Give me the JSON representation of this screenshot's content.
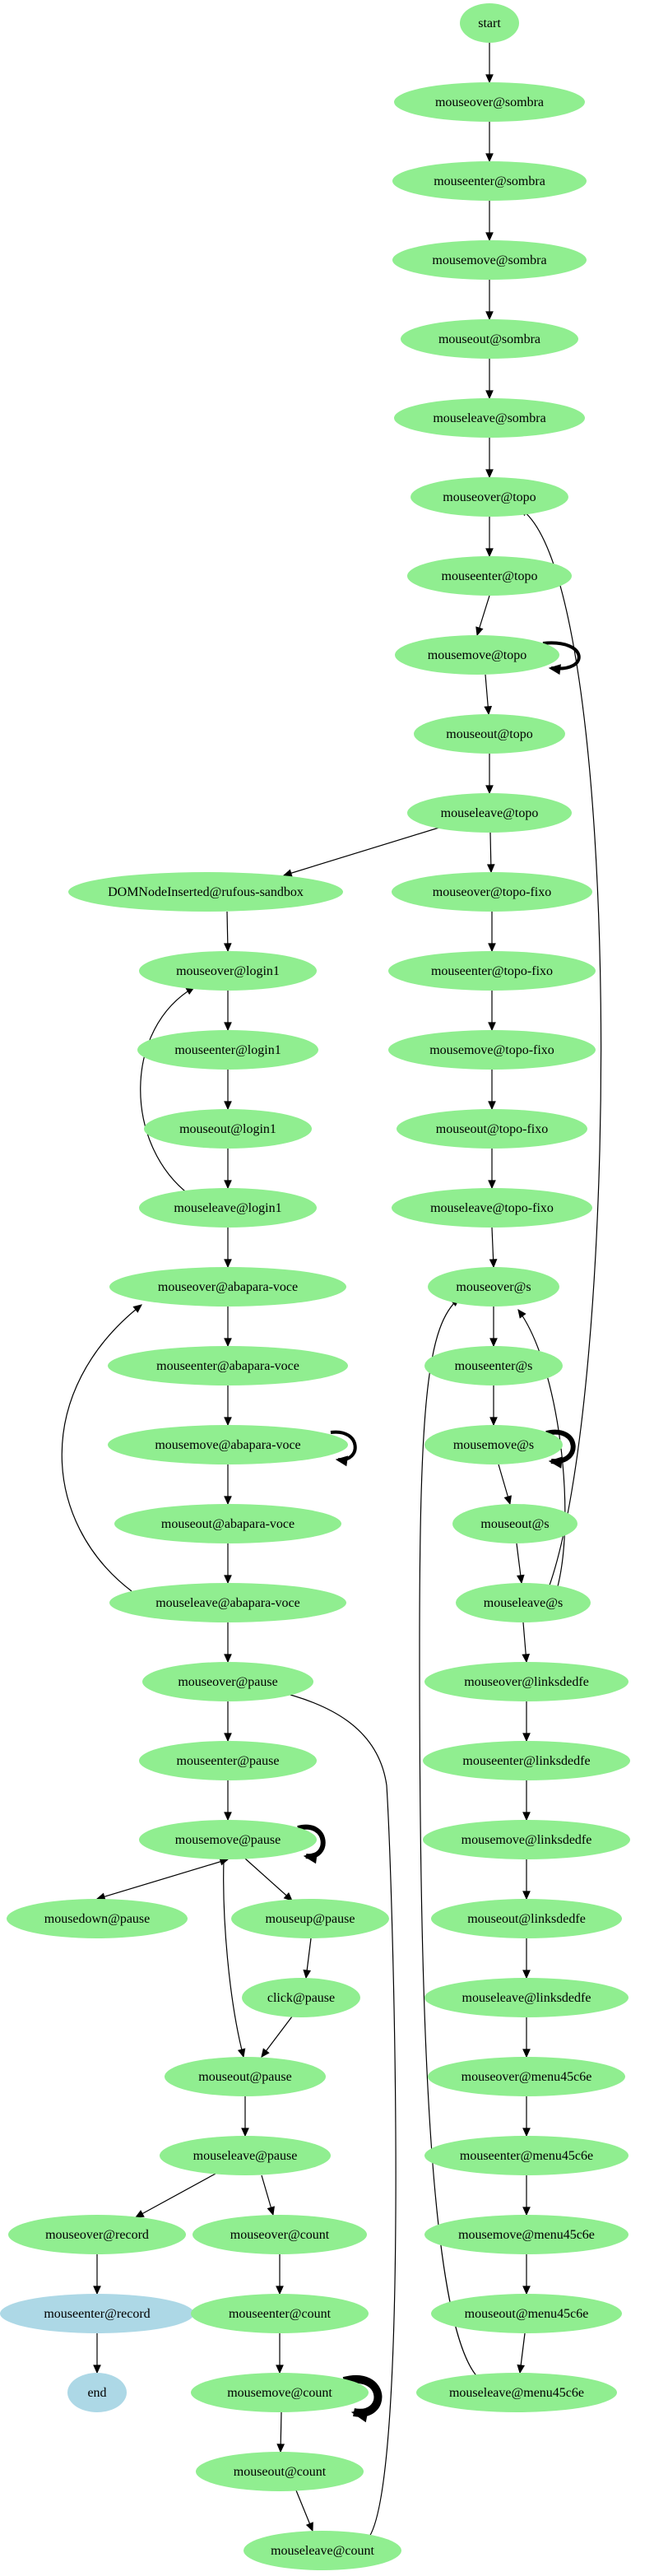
{
  "colors": {
    "node_default": "#90ee90",
    "node_terminal": "#add8e6",
    "edge": "#000000",
    "background": "#ffffff"
  },
  "nodes": [
    {
      "id": "start",
      "label": "start",
      "style": "terminal-green"
    },
    {
      "id": "mouseover_sombra",
      "label": "mouseover@sombra"
    },
    {
      "id": "mouseenter_sombra",
      "label": "mouseenter@sombra"
    },
    {
      "id": "mousemove_sombra",
      "label": "mousemove@sombra"
    },
    {
      "id": "mouseout_sombra",
      "label": "mouseout@sombra"
    },
    {
      "id": "mouseleave_sombra",
      "label": "mouseleave@sombra"
    },
    {
      "id": "mouseover_topo",
      "label": "mouseover@topo"
    },
    {
      "id": "mouseenter_topo",
      "label": "mouseenter@topo"
    },
    {
      "id": "mousemove_topo",
      "label": "mousemove@topo"
    },
    {
      "id": "mouseout_topo",
      "label": "mouseout@topo"
    },
    {
      "id": "mouseleave_topo",
      "label": "mouseleave@topo"
    },
    {
      "id": "domnode",
      "label": "DOMNodeInserted@rufous-sandbox"
    },
    {
      "id": "mouseover_topofixo",
      "label": "mouseover@topo-fixo"
    },
    {
      "id": "mouseover_login1",
      "label": "mouseover@login1"
    },
    {
      "id": "mouseenter_topofixo",
      "label": "mouseenter@topo-fixo"
    },
    {
      "id": "mouseenter_login1",
      "label": "mouseenter@login1"
    },
    {
      "id": "mousemove_topofixo",
      "label": "mousemove@topo-fixo"
    },
    {
      "id": "mouseout_login1",
      "label": "mouseout@login1"
    },
    {
      "id": "mouseout_topofixo",
      "label": "mouseout@topo-fixo"
    },
    {
      "id": "mouseleave_login1",
      "label": "mouseleave@login1"
    },
    {
      "id": "mouseleave_topofixo",
      "label": "mouseleave@topo-fixo"
    },
    {
      "id": "mouseover_abapara",
      "label": "mouseover@abapara-voce"
    },
    {
      "id": "mouseover_s",
      "label": "mouseover@s"
    },
    {
      "id": "mouseenter_abapara",
      "label": "mouseenter@abapara-voce"
    },
    {
      "id": "mouseenter_s",
      "label": "mouseenter@s"
    },
    {
      "id": "mousemove_abapara",
      "label": "mousemove@abapara-voce"
    },
    {
      "id": "mousemove_s",
      "label": "mousemove@s"
    },
    {
      "id": "mouseout_abapara",
      "label": "mouseout@abapara-voce"
    },
    {
      "id": "mouseout_s",
      "label": "mouseout@s"
    },
    {
      "id": "mouseleave_abapara",
      "label": "mouseleave@abapara-voce"
    },
    {
      "id": "mouseleave_s",
      "label": "mouseleave@s"
    },
    {
      "id": "mouseover_pause",
      "label": "mouseover@pause"
    },
    {
      "id": "mouseover_linksdedfe",
      "label": "mouseover@linksdedfe"
    },
    {
      "id": "mouseenter_pause",
      "label": "mouseenter@pause"
    },
    {
      "id": "mouseenter_linksdedfe",
      "label": "mouseenter@linksdedfe"
    },
    {
      "id": "mousemove_pause",
      "label": "mousemove@pause"
    },
    {
      "id": "mousemove_linksdedfe",
      "label": "mousemove@linksdedfe"
    },
    {
      "id": "mousedown_pause",
      "label": "mousedown@pause"
    },
    {
      "id": "mouseup_pause",
      "label": "mouseup@pause"
    },
    {
      "id": "mouseout_linksdedfe",
      "label": "mouseout@linksdedfe"
    },
    {
      "id": "click_pause",
      "label": "click@pause"
    },
    {
      "id": "mouseleave_linksdedfe",
      "label": "mouseleave@linksdedfe"
    },
    {
      "id": "mouseout_pause",
      "label": "mouseout@pause"
    },
    {
      "id": "mouseover_menu",
      "label": "mouseover@menu45c6e"
    },
    {
      "id": "mouseleave_pause",
      "label": "mouseleave@pause"
    },
    {
      "id": "mouseenter_menu",
      "label": "mouseenter@menu45c6e"
    },
    {
      "id": "mouseover_record",
      "label": "mouseover@record"
    },
    {
      "id": "mouseover_count",
      "label": "mouseover@count"
    },
    {
      "id": "mousemove_menu",
      "label": "mousemove@menu45c6e"
    },
    {
      "id": "mouseenter_record",
      "label": "mouseenter@record",
      "style": "terminal"
    },
    {
      "id": "mouseenter_count",
      "label": "mouseenter@count"
    },
    {
      "id": "mouseout_menu",
      "label": "mouseout@menu45c6e"
    },
    {
      "id": "end",
      "label": "end",
      "style": "terminal"
    },
    {
      "id": "mousemove_count",
      "label": "mousemove@count"
    },
    {
      "id": "mouseleave_menu",
      "label": "mouseleave@menu45c6e"
    },
    {
      "id": "mouseout_count",
      "label": "mouseout@count"
    },
    {
      "id": "mouseleave_count",
      "label": "mouseleave@count"
    }
  ],
  "edges": [
    [
      "start",
      "mouseover_sombra"
    ],
    [
      "mouseover_sombra",
      "mouseenter_sombra"
    ],
    [
      "mouseenter_sombra",
      "mousemove_sombra"
    ],
    [
      "mousemove_sombra",
      "mouseout_sombra"
    ],
    [
      "mouseout_sombra",
      "mouseleave_sombra"
    ],
    [
      "mouseleave_sombra",
      "mouseover_topo"
    ],
    [
      "mouseover_topo",
      "mouseenter_topo"
    ],
    [
      "mouseenter_topo",
      "mousemove_topo"
    ],
    [
      "mousemove_topo",
      "mousemove_topo",
      "self"
    ],
    [
      "mousemove_topo",
      "mouseout_topo"
    ],
    [
      "mouseout_topo",
      "mouseleave_topo"
    ],
    [
      "mouseleave_topo",
      "domnode"
    ],
    [
      "mouseleave_topo",
      "mouseover_topofixo"
    ],
    [
      "domnode",
      "mouseover_login1"
    ],
    [
      "mouseover_login1",
      "mouseenter_login1"
    ],
    [
      "mouseenter_login1",
      "mouseout_login1"
    ],
    [
      "mouseout_login1",
      "mouseleave_login1"
    ],
    [
      "mouseleave_login1",
      "mouseover_login1",
      "back"
    ],
    [
      "mouseleave_login1",
      "mouseover_abapara"
    ],
    [
      "mouseover_topofixo",
      "mouseenter_topofixo"
    ],
    [
      "mouseenter_topofixo",
      "mousemove_topofixo"
    ],
    [
      "mousemove_topofixo",
      "mouseout_topofixo"
    ],
    [
      "mouseout_topofixo",
      "mouseleave_topofixo"
    ],
    [
      "mouseleave_topofixo",
      "mouseover_s"
    ],
    [
      "mouseover_abapara",
      "mouseenter_abapara"
    ],
    [
      "mouseenter_abapara",
      "mousemove_abapara"
    ],
    [
      "mousemove_abapara",
      "mousemove_abapara",
      "self"
    ],
    [
      "mousemove_abapara",
      "mouseout_abapara"
    ],
    [
      "mouseout_abapara",
      "mouseleave_abapara"
    ],
    [
      "mouseleave_abapara",
      "mouseover_abapara",
      "back"
    ],
    [
      "mouseleave_abapara",
      "mouseover_pause"
    ],
    [
      "mouseover_s",
      "mouseenter_s"
    ],
    [
      "mouseenter_s",
      "mousemove_s"
    ],
    [
      "mousemove_s",
      "mousemove_s",
      "self-bold"
    ],
    [
      "mousemove_s",
      "mouseout_s"
    ],
    [
      "mouseout_s",
      "mouseleave_s"
    ],
    [
      "mouseleave_s",
      "mouseover_s",
      "back"
    ],
    [
      "mouseleave_s",
      "mouseover_topo",
      "back"
    ],
    [
      "mouseleave_s",
      "mouseover_linksdedfe"
    ],
    [
      "mouseover_linksdedfe",
      "mouseenter_linksdedfe"
    ],
    [
      "mouseenter_linksdedfe",
      "mousemove_linksdedfe"
    ],
    [
      "mousemove_linksdedfe",
      "mouseout_linksdedfe"
    ],
    [
      "mouseout_linksdedfe",
      "mouseleave_linksdedfe"
    ],
    [
      "mouseleave_linksdedfe",
      "mouseover_menu"
    ],
    [
      "mouseover_menu",
      "mouseenter_menu"
    ],
    [
      "mouseenter_menu",
      "mousemove_menu"
    ],
    [
      "mousemove_menu",
      "mouseout_menu"
    ],
    [
      "mouseout_menu",
      "mouseleave_menu"
    ],
    [
      "mouseleave_menu",
      "mouseover_s",
      "back"
    ],
    [
      "mouseover_pause",
      "mouseenter_pause"
    ],
    [
      "mouseenter_pause",
      "mousemove_pause"
    ],
    [
      "mousemove_pause",
      "mousemove_pause",
      "self-bold"
    ],
    [
      "mousemove_pause",
      "mousedown_pause",
      "both"
    ],
    [
      "mousemove_pause",
      "mouseup_pause"
    ],
    [
      "mousemove_pause",
      "mouseout_pause"
    ],
    [
      "mouseup_pause",
      "click_pause"
    ],
    [
      "click_pause",
      "mouseout_pause"
    ],
    [
      "mouseout_pause",
      "mouseleave_pause"
    ],
    [
      "mouseleave_pause",
      "mouseover_record"
    ],
    [
      "mouseleave_pause",
      "mouseover_count"
    ],
    [
      "mouseover_record",
      "mouseenter_record"
    ],
    [
      "mouseenter_record",
      "end"
    ],
    [
      "mouseover_count",
      "mouseenter_count"
    ],
    [
      "mouseenter_count",
      "mousemove_count"
    ],
    [
      "mousemove_count",
      "mousemove_count",
      "self-heavy"
    ],
    [
      "mousemove_count",
      "mouseout_count"
    ],
    [
      "mouseout_count",
      "mouseleave_count"
    ],
    [
      "mouseleave_count",
      "mouseover_pause",
      "back"
    ]
  ]
}
